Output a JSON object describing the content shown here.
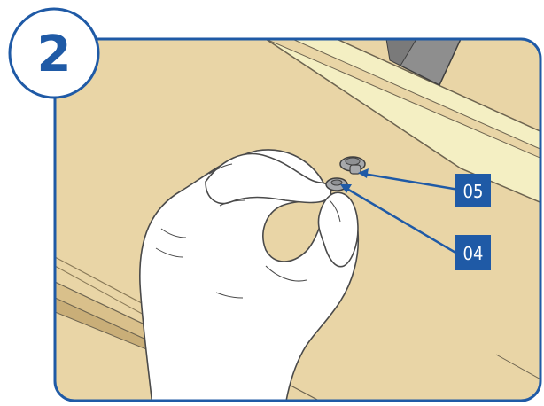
{
  "step": {
    "number": "2"
  },
  "callouts": [
    {
      "id": "callout-05",
      "label": "05"
    },
    {
      "id": "callout-04",
      "label": "04"
    }
  ],
  "colors": {
    "frame_blue": "#1F5AA6",
    "board_tan": "#E9D5A6",
    "board_shadow": "#D9C08B",
    "strip_cream": "#F4EFC3",
    "rail_grey": "#8E8E8E",
    "glove_white": "#FFFFFF",
    "outline_grey": "#4A4A4A",
    "part_grey": "#A7A9AC",
    "callout_fill": "#1F5AA6",
    "callout_text": "#FFFFFF"
  }
}
